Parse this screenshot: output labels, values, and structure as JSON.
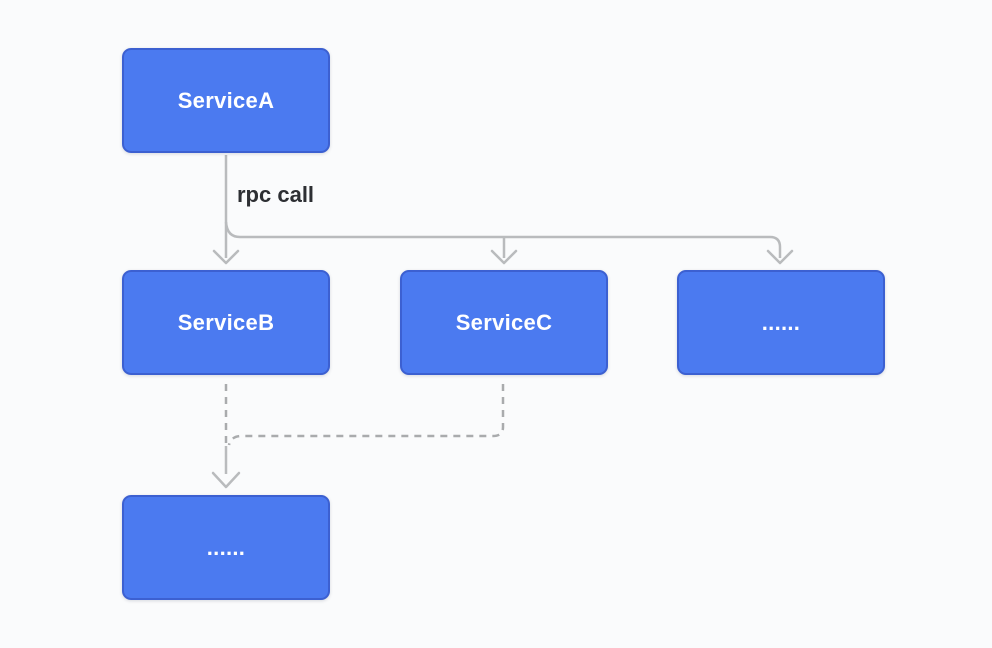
{
  "colors": {
    "canvas_bg": "#fafbfc",
    "node_fill": "#4b7af0",
    "node_border": "#3c60d1",
    "node_text": "#ffffff",
    "solid_edge": "#b9bbbd",
    "dashed_edge": "#a9abad",
    "edge_label_text": "#2d2f33"
  },
  "diagram": {
    "edge_label": "rpc call",
    "nodes": [
      {
        "id": "serviceA",
        "label": "ServiceA"
      },
      {
        "id": "serviceB",
        "label": "ServiceB"
      },
      {
        "id": "serviceC",
        "label": "ServiceC"
      },
      {
        "id": "more-right",
        "label": "......"
      },
      {
        "id": "more-bottom",
        "label": "......"
      }
    ]
  }
}
